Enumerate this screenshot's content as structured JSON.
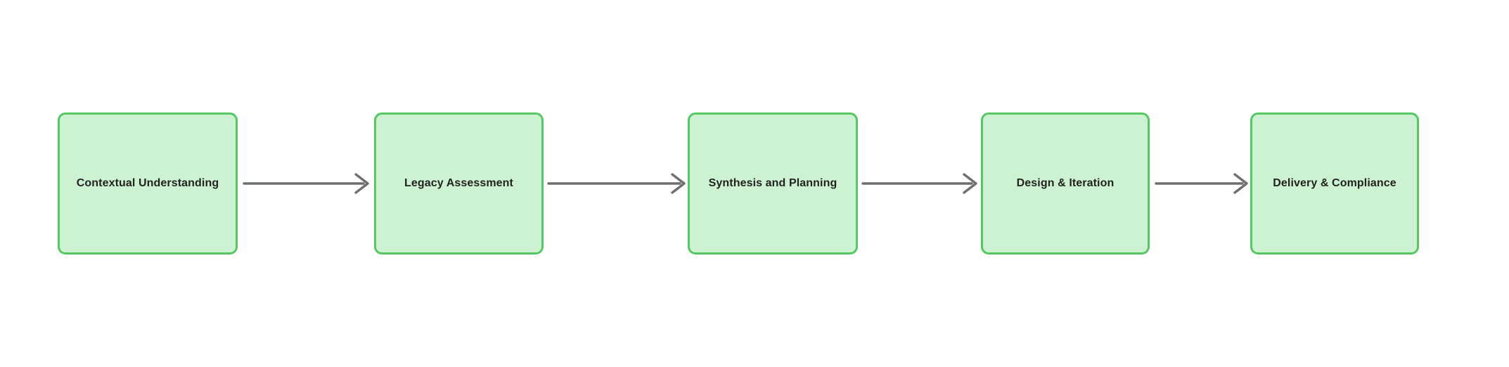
{
  "diagram": {
    "type": "flowchart",
    "direction": "left-to-right",
    "nodes": [
      {
        "id": "1",
        "label": "Contextual Understanding"
      },
      {
        "id": "2",
        "label": "Legacy Assessment"
      },
      {
        "id": "3",
        "label": "Synthesis and Planning"
      },
      {
        "id": "4",
        "label": "Design & Iteration"
      },
      {
        "id": "5",
        "label": "Delivery & Compliance"
      }
    ],
    "edges": [
      {
        "from": "Contextual Understanding",
        "to": "Legacy Assessment",
        "style": "arrow"
      },
      {
        "from": "Legacy Assessment",
        "to": "Synthesis and Planning",
        "style": "arrow"
      },
      {
        "from": "Synthesis and Planning",
        "to": "Design & Iteration",
        "style": "arrow"
      },
      {
        "from": "Design & Iteration",
        "to": "Delivery & Compliance",
        "style": "arrow"
      }
    ],
    "colors": {
      "node_fill": "#cdf2d2",
      "node_border": "#57c663",
      "node_text": "#222222",
      "edge": "#6e6e6e",
      "background": "#ffffff"
    }
  }
}
